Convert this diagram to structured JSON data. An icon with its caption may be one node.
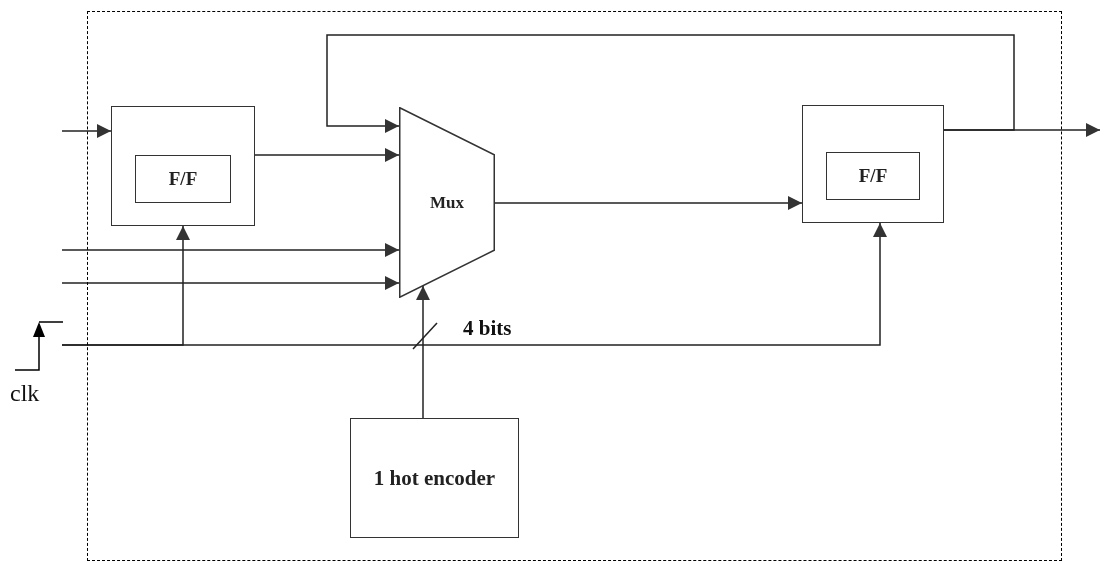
{
  "diagram": {
    "nodes": [
      {
        "text": [],
        "shape": "box"
      },
      {
        "text": [],
        "shape": "box",
        "in": 0
      },
      {
        "text": [
          "F/F"
        ],
        "in": 1
      },
      {
        "text": [
          "Mux"
        ],
        "in": 0
      },
      {
        "text": [],
        "shape": "box",
        "in": 0
      },
      {
        "text": [
          "F/F"
        ],
        "in": 4
      },
      {
        "text": [
          "1 hot encoder"
        ],
        "in": 0
      }
    ],
    "edges": [
      {
        "from": null,
        "to": 1,
        "arrow": "to"
      },
      {
        "from": 1,
        "to": 3,
        "arrow": "to"
      },
      {
        "from": null,
        "to": 3,
        "arrow": "to"
      },
      {
        "from": null,
        "to": 3,
        "arrow": "to"
      },
      {
        "from": null,
        "to": 1,
        "arrow": "to"
      },
      {
        "from": null,
        "to": 4,
        "arrow": "to"
      },
      {
        "from": 6,
        "to": 3,
        "arrow": "to"
      },
      {
        "from": 3,
        "to": 4,
        "arrow": "to"
      },
      {
        "from": 4,
        "to": null,
        "arrow": "to"
      },
      {
        "from": 4,
        "to": 3,
        "arrow": "to"
      }
    ],
    "labels": [
      "4 bits",
      "clk"
    ]
  }
}
